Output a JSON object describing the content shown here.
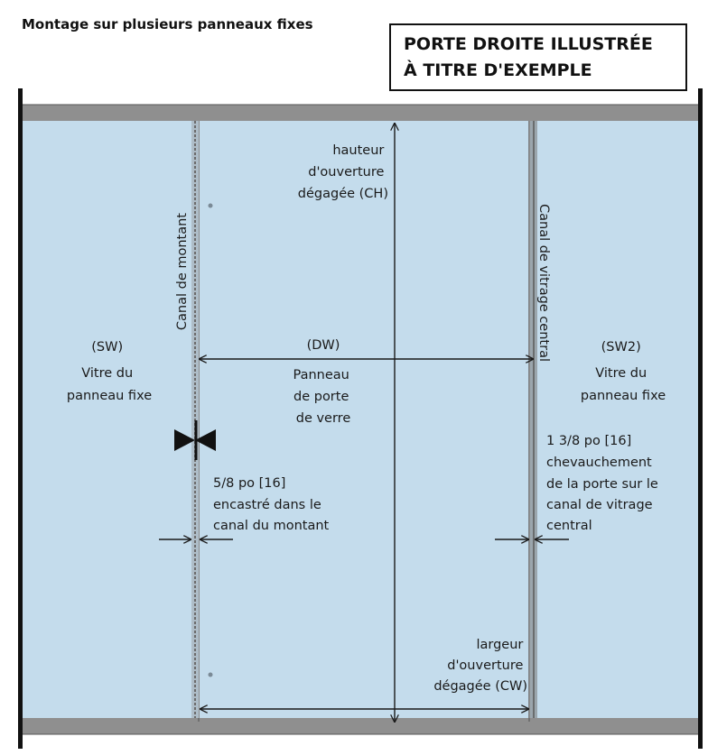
{
  "header": {
    "title": "Montage sur plusieurs panneaux fixes",
    "example_note_line1": "PORTE DROITE ILLUSTRÉE",
    "example_note_line2": "À TITRE D'EXEMPLE"
  },
  "colors": {
    "glass": "#c4dcec",
    "rail": "#8f8f8f",
    "frame": "#111111",
    "text": "#1a1a1a"
  },
  "labels": {
    "ch": [
      "hauteur",
      "d'ouverture",
      "dégagée (CH)"
    ],
    "channel_left": "Canal de montant",
    "channel_right": "Canal de vitrage central",
    "sw": [
      "(SW)",
      "Vitre du",
      "panneau fixe"
    ],
    "dw": [
      "(DW)",
      "Panneau",
      "de porte",
      "de verre"
    ],
    "sw2": [
      "(SW2)",
      "Vitre du",
      "panneau fixe"
    ],
    "inset": [
      "5/8 po [16]",
      "encastré dans le",
      "canal du montant"
    ],
    "overlap": [
      "1 3/8 po [16]",
      "chevauchement",
      "de la porte sur le",
      "canal de vitrage",
      "central"
    ],
    "cw": [
      "largeur",
      "d'ouverture",
      "dégagée (CW)"
    ]
  }
}
